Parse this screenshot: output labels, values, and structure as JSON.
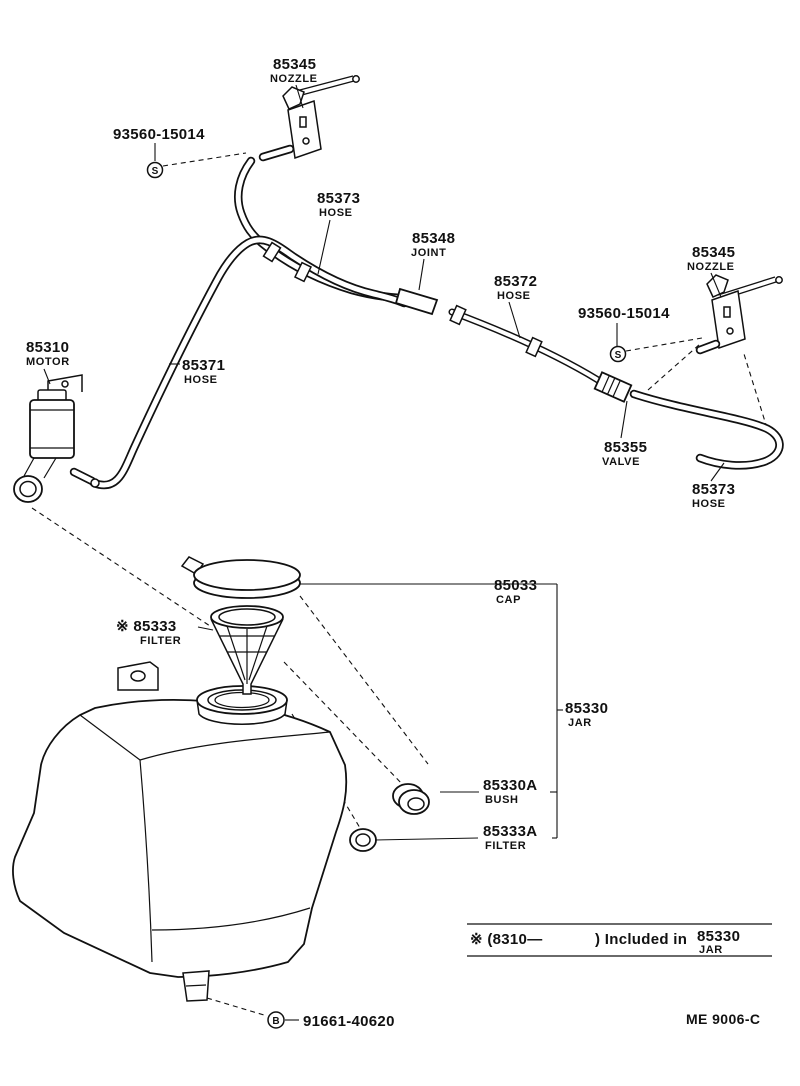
{
  "symbols": {
    "s_fastener": "S",
    "b_fastener": "B"
  },
  "parts": {
    "nozzle_left": {
      "number": "85345",
      "name": "NOZZLE"
    },
    "screw_left": {
      "number": "93560-15014"
    },
    "hose_left": {
      "number": "85373",
      "name": "HOSE"
    },
    "joint": {
      "number": "85348",
      "name": "JOINT"
    },
    "hose_mid": {
      "number": "85372",
      "name": "HOSE"
    },
    "nozzle_right": {
      "number": "85345",
      "name": "NOZZLE"
    },
    "screw_right": {
      "number": "93560-15014"
    },
    "motor": {
      "number": "85310",
      "name": "MOTOR"
    },
    "hose_motor": {
      "number": "85371",
      "name": "HOSE"
    },
    "valve": {
      "number": "85355",
      "name": "VALVE"
    },
    "hose_right": {
      "number": "85373",
      "name": "HOSE"
    },
    "cap": {
      "number": "85033",
      "name": "CAP"
    },
    "filter": {
      "number": "※ 85333",
      "name": "FILTER"
    },
    "jar": {
      "number": "85330",
      "name": "JAR"
    },
    "bush": {
      "number": "85330A",
      "name": "BUSH"
    },
    "filter_a": {
      "number": "85333A",
      "name": "FILTER"
    },
    "bolt": {
      "number": "91661-40620"
    }
  },
  "footnote": {
    "prefix": "※ (8310—",
    "suffix": ") Included in",
    "part_number": "85330",
    "part_name": "JAR"
  },
  "drawing_code": "ME  9006-C"
}
